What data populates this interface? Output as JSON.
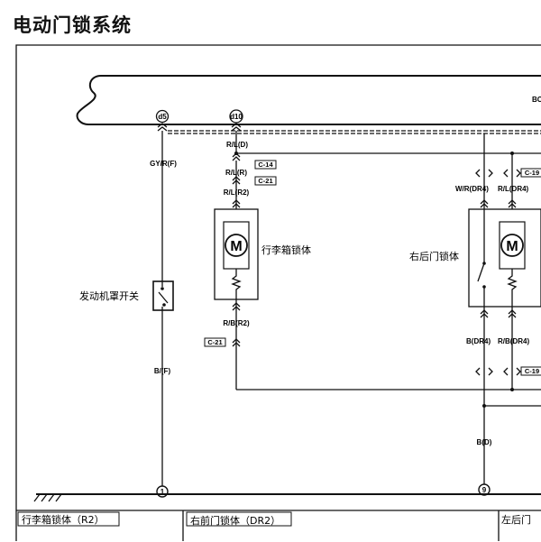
{
  "title": "电动门锁系统",
  "bus_label": "BC",
  "nodes": {
    "d5": "d5",
    "d10": "d10",
    "g1": "1",
    "g9": "9"
  },
  "wires": {
    "gyrf": "GY/R(F)",
    "bf": "B/(F)",
    "rld": "R/L(D)",
    "rlr": "R/L(R)",
    "rlr2": "R/L(R2)",
    "rbr2": "R/B(R2)",
    "wrdr4": "W/R(DR4)",
    "rldr4": "R/L(DR4)",
    "bdr4": "B(DR4)",
    "rbdr4": "R/B(DR4)",
    "bd": "B(D)"
  },
  "connectors": {
    "c14": "C-14",
    "c21a": "C-21",
    "c21b": "C-21",
    "c19a": "C-19",
    "c19b": "C-19"
  },
  "components": {
    "hood_switch": "发动机罩开关",
    "trunk_lock": "行李箱锁体",
    "rr_door_lock": "右后门锁体",
    "motor": "M"
  },
  "footer": {
    "left": "行李箱锁体（R2）",
    "mid": "右前门锁体（DR2）",
    "right": "左后门"
  }
}
